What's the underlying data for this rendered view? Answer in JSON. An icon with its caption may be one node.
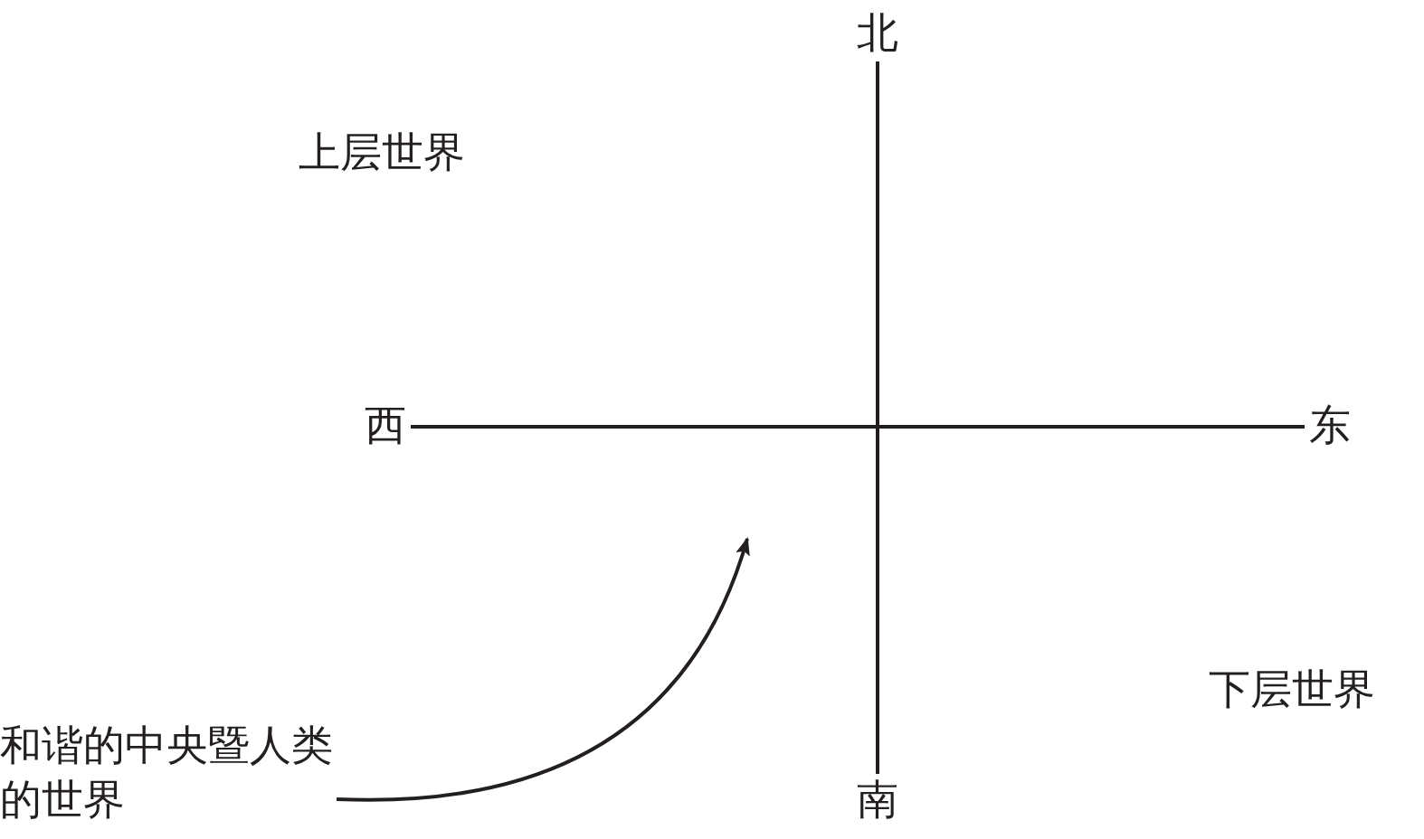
{
  "diagram": {
    "nodes": [
      {
        "text": [
          "北"
        ]
      },
      {
        "text": [
          "西"
        ]
      },
      {
        "text": [
          "东"
        ]
      },
      {
        "text": [
          "南"
        ]
      },
      {
        "text": [
          "和谐的中央暨人类的世界"
        ]
      }
    ],
    "edges": [
      {
        "from": 0,
        "to": 3,
        "arrow": "none"
      },
      {
        "from": 1,
        "to": 2,
        "arrow": "none"
      },
      {
        "from": 4,
        "to": null,
        "arrow": "to"
      }
    ],
    "labels": [
      "上层世界",
      "下层世界"
    ]
  }
}
